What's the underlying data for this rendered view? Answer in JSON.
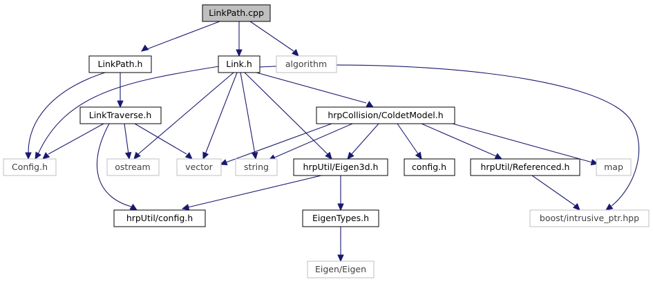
{
  "colors": {
    "edge": "#191970",
    "root_fill": "#bfbfbf",
    "node_border": "#000000",
    "external_border": "#bfbfbf"
  },
  "nodes": [
    {
      "id": "linkpath_cpp",
      "label": "LinkPath.cpp",
      "kind": "root"
    },
    {
      "id": "linkpath_h",
      "label": "LinkPath.h",
      "kind": "internal"
    },
    {
      "id": "link_h",
      "label": "Link.h",
      "kind": "internal"
    },
    {
      "id": "algorithm",
      "label": "algorithm",
      "kind": "external"
    },
    {
      "id": "linktraverse_h",
      "label": "LinkTraverse.h",
      "kind": "internal"
    },
    {
      "id": "coldetmodel_h",
      "label": "hrpCollision/ColdetModel.h",
      "kind": "internal"
    },
    {
      "id": "config_h_upper",
      "label": "Config.h",
      "kind": "external"
    },
    {
      "id": "ostream",
      "label": "ostream",
      "kind": "external"
    },
    {
      "id": "vector",
      "label": "vector",
      "kind": "external"
    },
    {
      "id": "string",
      "label": "string",
      "kind": "external"
    },
    {
      "id": "eigen3d_h",
      "label": "hrpUtil/Eigen3d.h",
      "kind": "internal"
    },
    {
      "id": "config_h_lower",
      "label": "config.h",
      "kind": "internal"
    },
    {
      "id": "referenced_h",
      "label": "hrpUtil/Referenced.h",
      "kind": "internal"
    },
    {
      "id": "map",
      "label": "map",
      "kind": "external"
    },
    {
      "id": "hrputil_config_h",
      "label": "hrpUtil/config.h",
      "kind": "internal"
    },
    {
      "id": "boost_intrusive_ptr",
      "label": "boost/intrusive_ptr.hpp",
      "kind": "external"
    },
    {
      "id": "eigentypes_h",
      "label": "EigenTypes.h",
      "kind": "internal"
    },
    {
      "id": "eigen_eigen",
      "label": "Eigen/Eigen",
      "kind": "external"
    }
  ],
  "edges": [
    {
      "from": "linkpath_cpp",
      "to": "linkpath_h"
    },
    {
      "from": "linkpath_cpp",
      "to": "link_h"
    },
    {
      "from": "linkpath_cpp",
      "to": "algorithm"
    },
    {
      "from": "linkpath_h",
      "to": "config_h_upper"
    },
    {
      "from": "linkpath_h",
      "to": "linktraverse_h"
    },
    {
      "from": "link_h",
      "to": "config_h_upper"
    },
    {
      "from": "link_h",
      "to": "ostream"
    },
    {
      "from": "link_h",
      "to": "vector"
    },
    {
      "from": "link_h",
      "to": "string"
    },
    {
      "from": "link_h",
      "to": "eigen3d_h"
    },
    {
      "from": "link_h",
      "to": "coldetmodel_h"
    },
    {
      "from": "link_h",
      "to": "boost_intrusive_ptr"
    },
    {
      "from": "linktraverse_h",
      "to": "config_h_upper"
    },
    {
      "from": "linktraverse_h",
      "to": "ostream"
    },
    {
      "from": "linktraverse_h",
      "to": "vector"
    },
    {
      "from": "linktraverse_h",
      "to": "hrputil_config_h"
    },
    {
      "from": "coldetmodel_h",
      "to": "vector"
    },
    {
      "from": "coldetmodel_h",
      "to": "string"
    },
    {
      "from": "coldetmodel_h",
      "to": "eigen3d_h"
    },
    {
      "from": "coldetmodel_h",
      "to": "config_h_lower"
    },
    {
      "from": "coldetmodel_h",
      "to": "referenced_h"
    },
    {
      "from": "coldetmodel_h",
      "to": "map"
    },
    {
      "from": "eigen3d_h",
      "to": "hrputil_config_h"
    },
    {
      "from": "eigen3d_h",
      "to": "eigentypes_h"
    },
    {
      "from": "referenced_h",
      "to": "boost_intrusive_ptr"
    },
    {
      "from": "eigentypes_h",
      "to": "eigen_eigen"
    }
  ]
}
